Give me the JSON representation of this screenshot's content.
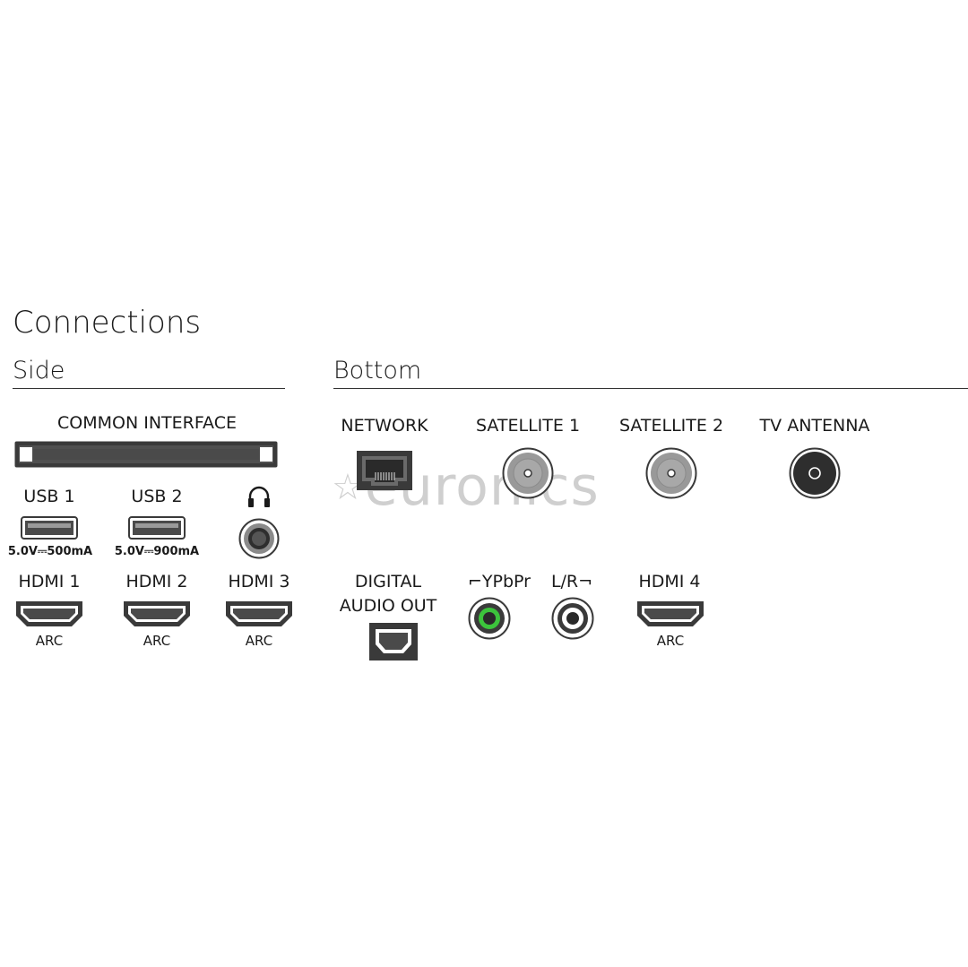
{
  "title": "Connections",
  "sections": {
    "side": "Side",
    "bottom": "Bottom"
  },
  "watermark": "euronics",
  "side": {
    "common_interface": "COMMON INTERFACE",
    "usb1": {
      "label": "USB 1",
      "spec": "5.0V⎓500mA"
    },
    "usb2": {
      "label": "USB 2",
      "spec": "5.0V⎓900mA"
    },
    "headphone_icon": "headphones-icon",
    "hdmi1": {
      "label": "HDMI 1",
      "sub": "ARC"
    },
    "hdmi2": {
      "label": "HDMI 2",
      "sub": "ARC"
    },
    "hdmi3": {
      "label": "HDMI 3",
      "sub": "ARC"
    }
  },
  "bottom": {
    "network": "NETWORK",
    "satellite1": "SATELLITE 1",
    "satellite2": "SATELLITE 2",
    "tv_antenna": "TV ANTENNA",
    "digital_audio_line1": "DIGITAL",
    "digital_audio_line2": "AUDIO OUT",
    "ypbpr": "⌐YPbPr",
    "lr": "L/R¬",
    "hdmi4": {
      "label": "HDMI 4",
      "sub": "ARC"
    }
  },
  "colors": {
    "port_dark": "#3a3a3a",
    "port_grey": "#8e8e8e",
    "accent_green": "#3cc43c",
    "rule": "#333333"
  }
}
